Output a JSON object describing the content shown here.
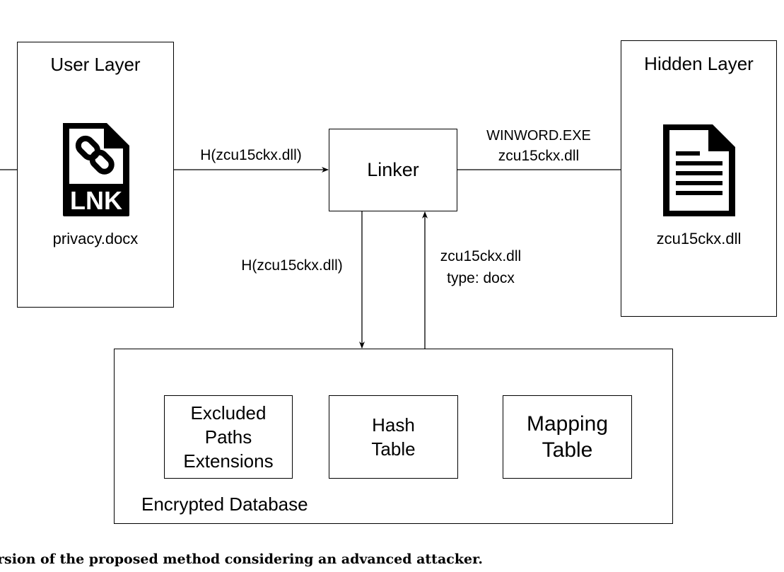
{
  "user_layer": {
    "title": "User Layer",
    "file_label": "privacy.docx",
    "icon_text": "LNK"
  },
  "hidden_layer": {
    "title": "Hidden Layer",
    "file_label": "zcu15ckx.dll"
  },
  "linker": {
    "label": "Linker"
  },
  "arrows": {
    "user_to_linker": "H(zcu15ckx.dll)",
    "linker_to_hidden_line1": "WINWORD.EXE",
    "linker_to_hidden_line2": "zcu15ckx.dll",
    "linker_to_db": "H(zcu15ckx.dll)",
    "db_to_linker_line1": "zcu15ckx.dll",
    "db_to_linker_line2": "type: docx"
  },
  "database": {
    "title": "Encrypted Database",
    "tables": [
      {
        "lines": [
          "Excluded",
          "Paths",
          "Extensions"
        ]
      },
      {
        "lines": [
          "Hash",
          "Table"
        ]
      },
      {
        "lines": [
          "Mapping",
          "Table"
        ]
      }
    ]
  },
  "caption": "rsion of the proposed method considering an advanced attacker."
}
